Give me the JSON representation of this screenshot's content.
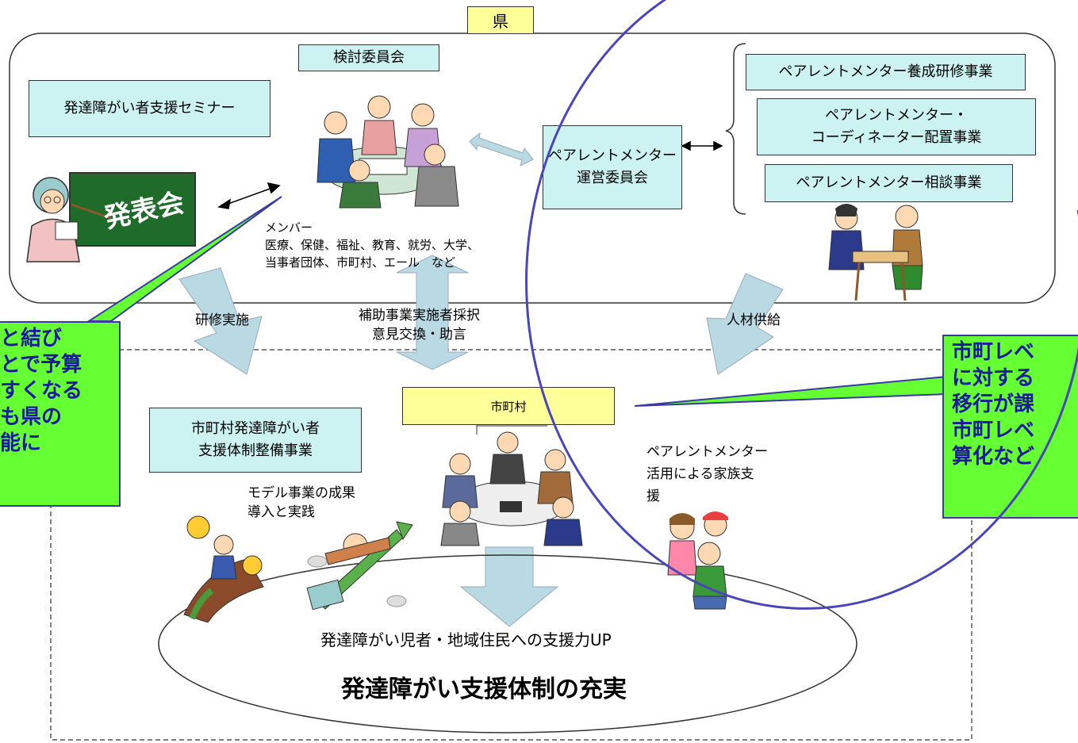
{
  "prefecture": {
    "title": "県"
  },
  "committee": {
    "title": "検討委員会"
  },
  "seminar": {
    "title": "発達障がい者支援セミナー"
  },
  "operation_committee": {
    "line1": "ペアレントメンター",
    "line2": "運営委員会"
  },
  "programs": [
    {
      "line1": "ペアレントメンター養成研修事業",
      "line2": ""
    },
    {
      "line1": "ペアレントメンター・",
      "line2": "コーディネーター配置事業"
    },
    {
      "line1": "ペアレントメンター相談事業",
      "line2": ""
    }
  ],
  "members": {
    "heading": "メンバー",
    "line1": "医療、保健、福祉、教育、就労、大学、",
    "line2": "当事者団体、市町村、エール　など"
  },
  "blackboard_text": "発表会",
  "arrows": {
    "training": "研修実施",
    "subsidy_line1": "補助事業実施者採択",
    "subsidy_line2": "意見交換・助言",
    "staffing": "人材供給"
  },
  "municipality": {
    "title": "市町村"
  },
  "municipal_program": {
    "line1": "市町村発達障がい者",
    "line2": "支援体制整備事業"
  },
  "model_project": {
    "line1": "モデル事業の成果",
    "line2": "導入と実践"
  },
  "mentor_support": {
    "line1": "ペアレントメンター",
    "line2": "活用による家族支",
    "line3": "援"
  },
  "goal": {
    "line1": "発達障がい児者・地域住民への支援力UP",
    "line2": "発達障がい支援体制の充実"
  },
  "callout_left": [
    "と結び",
    "とで予算",
    "すくなる",
    "も県の",
    "能に"
  ],
  "callout_right": [
    "市町レベ",
    "に対する",
    "移行が課",
    "市町レベ",
    "算化など"
  ],
  "colors": {
    "cyan_box": "#ccf2f2",
    "yellow_box": "#ffff99",
    "callout_green": "#66ff33",
    "callout_text": "#1a1a9e",
    "circle": "#4a46b8",
    "arrow_fill": "#b9d9e3"
  }
}
